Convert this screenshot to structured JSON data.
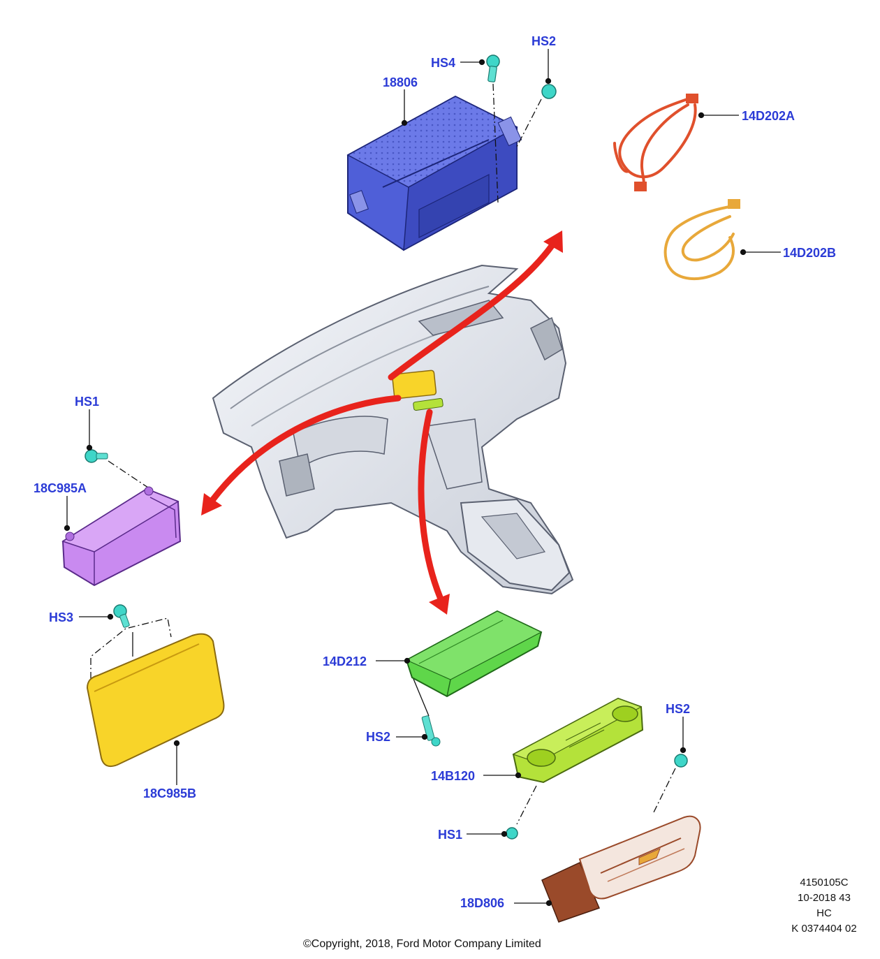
{
  "labels": {
    "hs4": "HS4",
    "hs2_top": "HS2",
    "part_18806": "18806",
    "part_14d202a": "14D202A",
    "part_14d202b": "14D202B",
    "hs1_left": "HS1",
    "part_18c985a": "18C985A",
    "hs3": "HS3",
    "part_18c985b": "18C985B",
    "part_14d212": "14D212",
    "hs2_mid": "HS2",
    "part_14b120": "14B120",
    "hs2_right": "HS2",
    "hs1_bottom": "HS1",
    "part_18d806": "18D806"
  },
  "reference": {
    "code": "4150105C",
    "date": "10-2018 43",
    "initials": "HC",
    "number": "K 0374404 02"
  },
  "copyright": "©Copyright, 2018, Ford Motor Company Limited",
  "colors": {
    "label_blue": "#2b3bd6",
    "arrow_red": "#e8231c",
    "module_blue": "#4f5fd8",
    "harness_red": "#e0502c",
    "harness_orange": "#e8a83a",
    "module_purple": "#c98af0",
    "screen_yellow": "#f8d429",
    "module_green": "#5fd64a",
    "control_lime": "#b4e23a",
    "fastener_teal": "#3ed6c8",
    "bezel_brown": "#9a4a2a"
  }
}
